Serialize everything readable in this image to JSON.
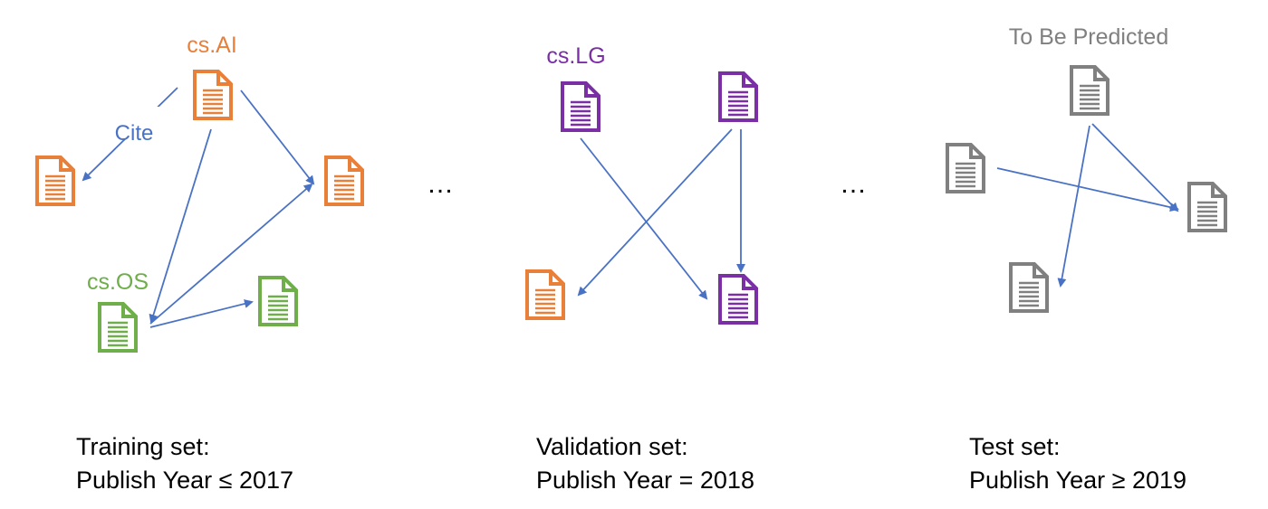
{
  "colors": {
    "cs_ai": "#E8803A",
    "cs_os": "#6FAE4A",
    "cs_lg": "#7A2FA5",
    "unknown": "#808080",
    "arrow": "#4A72C4"
  },
  "panels": {
    "training": {
      "category_ai": "cs.AI",
      "category_os": "cs.OS",
      "edge_label": "Cite",
      "caption_line1": "Training set:",
      "caption_line2": "Publish Year ≤ 2017"
    },
    "validation": {
      "category_lg": "cs.LG",
      "caption_line1": "Validation set:",
      "caption_line2": "Publish Year = 2018"
    },
    "test": {
      "category_unknown": "To Be Predicted",
      "caption_line1": "Test set:",
      "caption_line2": "Publish Year ≥ 2019"
    }
  },
  "separators": {
    "left": "…",
    "right": "…"
  }
}
